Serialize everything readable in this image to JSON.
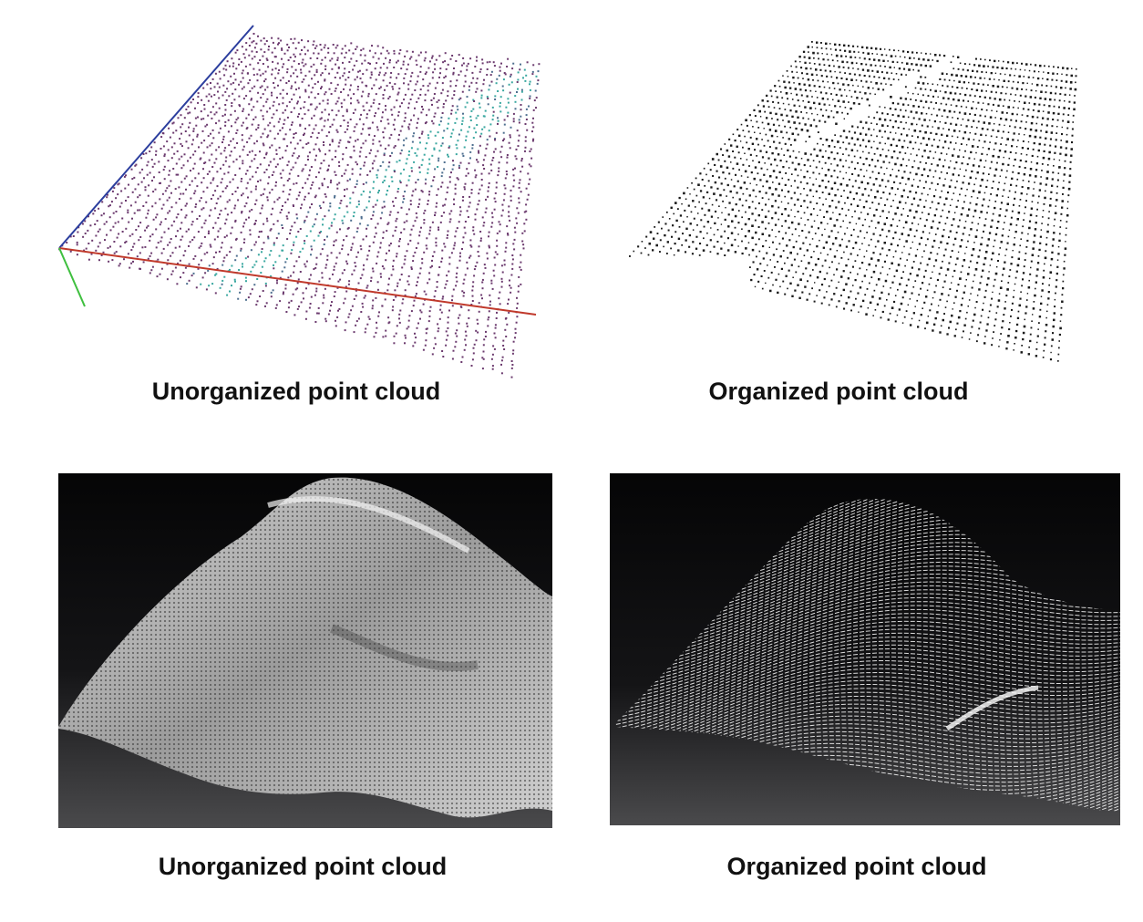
{
  "figure": {
    "panels": [
      {
        "id": "top-left",
        "caption": "Unorganized point cloud",
        "style": "colored-scatter-on-white"
      },
      {
        "id": "top-right",
        "caption": "Organized point cloud",
        "style": "grid-dots-on-white"
      },
      {
        "id": "bottom-left",
        "caption": "Unorganized point cloud",
        "style": "dense-surface-on-dark"
      },
      {
        "id": "bottom-right",
        "caption": "Organized point cloud",
        "style": "wire-grid-on-dark"
      }
    ],
    "colors": {
      "axis_x": "#c0392b",
      "axis_y": "#2c3e9e",
      "axis_z": "#3fbf3f",
      "points_purple": "#6b3a6e",
      "points_teal": "#3aa7a0",
      "points_black": "#1a1a1a",
      "dark_bg": "#0d0d0f",
      "surface_white": "#e8e8e8"
    }
  }
}
